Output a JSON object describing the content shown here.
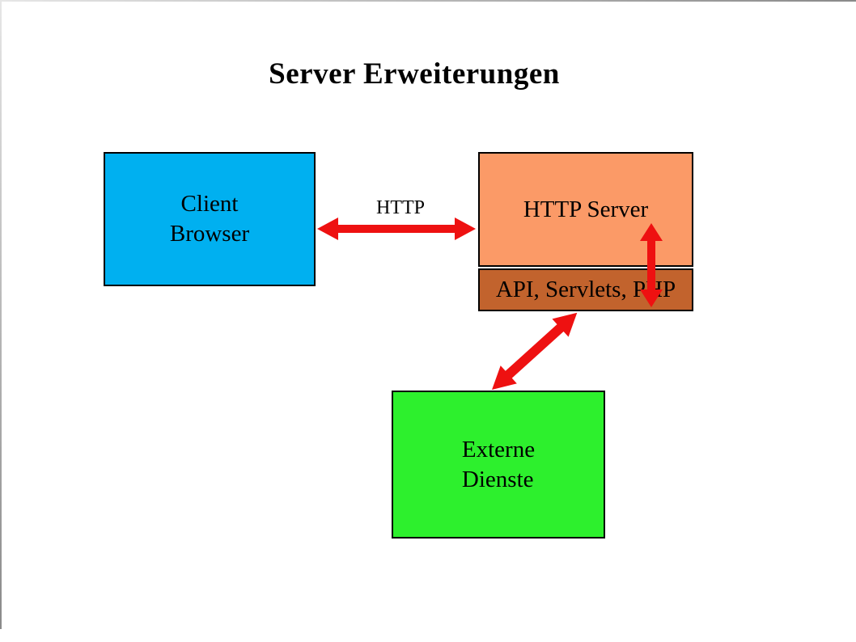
{
  "title": "Server Erweiterungen",
  "colors": {
    "client_box": "#00b0f0",
    "http_server_box": "#fb9a67",
    "api_box": "#c2632d",
    "external_box": "#2df02d",
    "arrow": "#ee1111",
    "text": "#000000"
  },
  "boxes": {
    "client": {
      "line1": "Client",
      "line2": "Browser"
    },
    "http_server": {
      "label": "HTTP Server"
    },
    "api": {
      "label": "API, Servlets, PHP"
    },
    "external": {
      "line1": "Externe",
      "line2": "Dienste"
    }
  },
  "arrows": {
    "http": {
      "label": "HTTP"
    }
  }
}
